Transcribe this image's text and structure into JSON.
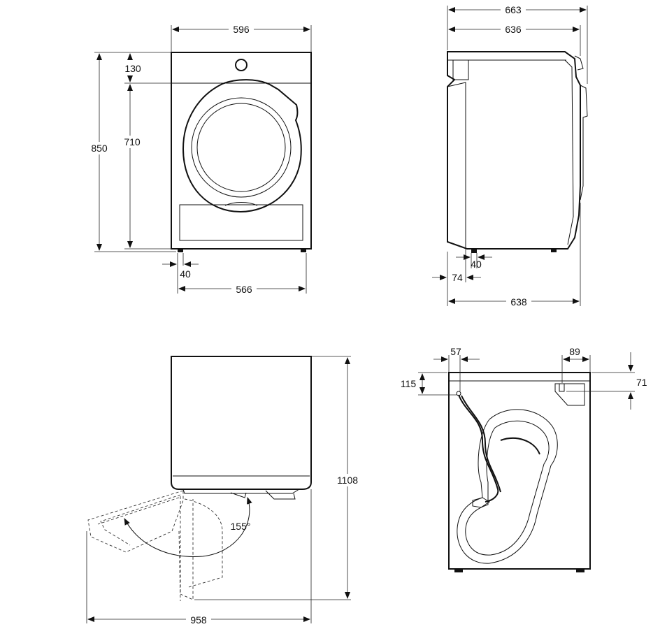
{
  "views": {
    "front": {
      "width": "596",
      "height_total": "850",
      "top_panel": "130",
      "door_height": "710",
      "foot_inset": "40",
      "foot_span": "566"
    },
    "side": {
      "depth_with_handle": "663",
      "depth_to_door": "636",
      "depth_base": "638",
      "foot_inset": "40",
      "rear_offset": "74"
    },
    "door_open": {
      "depth_open": "1108",
      "angle": "155°",
      "width_open": "958"
    },
    "rear": {
      "hose_offset": "57",
      "hose_height": "115",
      "outlet_offset": "89",
      "outlet_height": "71"
    }
  },
  "colors": {
    "line": "#111111",
    "background": "#ffffff"
  }
}
